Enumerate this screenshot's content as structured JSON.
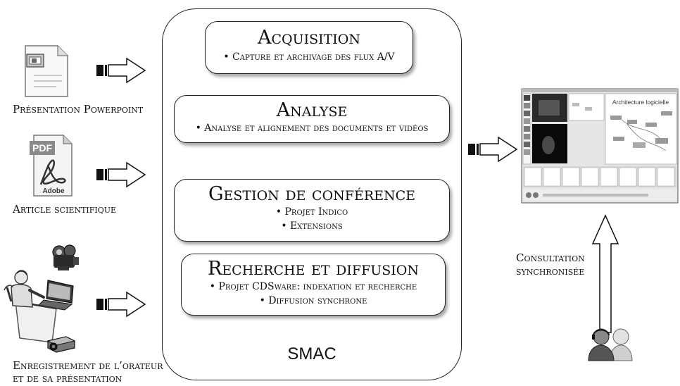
{
  "inputs": {
    "powerpoint_label": "Présentation Powerpoint",
    "article_label": "Article scientifique",
    "recording_label_line1": "Enregistrement de l’orateur",
    "recording_label_line2": "et de sa présentation",
    "pdf_icon_text": "PDF",
    "adobe_icon_text": "Adobe"
  },
  "smac": {
    "label": "SMAC",
    "modules": [
      {
        "title": "Acquisition",
        "bullets": [
          "• Capture et archivage des flux A/V"
        ]
      },
      {
        "title": "Analyse",
        "bullets": [
          "• Analyse et alignement des documents et vidéos"
        ]
      },
      {
        "title": "Gestion de conférence",
        "bullets": [
          "• Projet Indico",
          "• Extensions"
        ]
      },
      {
        "title": "Recherche et diffusion",
        "bullets": [
          "• Projet CDSware: indexation et recherche",
          "• Diffusion synchrone"
        ]
      }
    ]
  },
  "output": {
    "screenshot_title": "Architecture logicielle",
    "consultation_line1": "Consultation",
    "consultation_line2": "synchronisée"
  }
}
